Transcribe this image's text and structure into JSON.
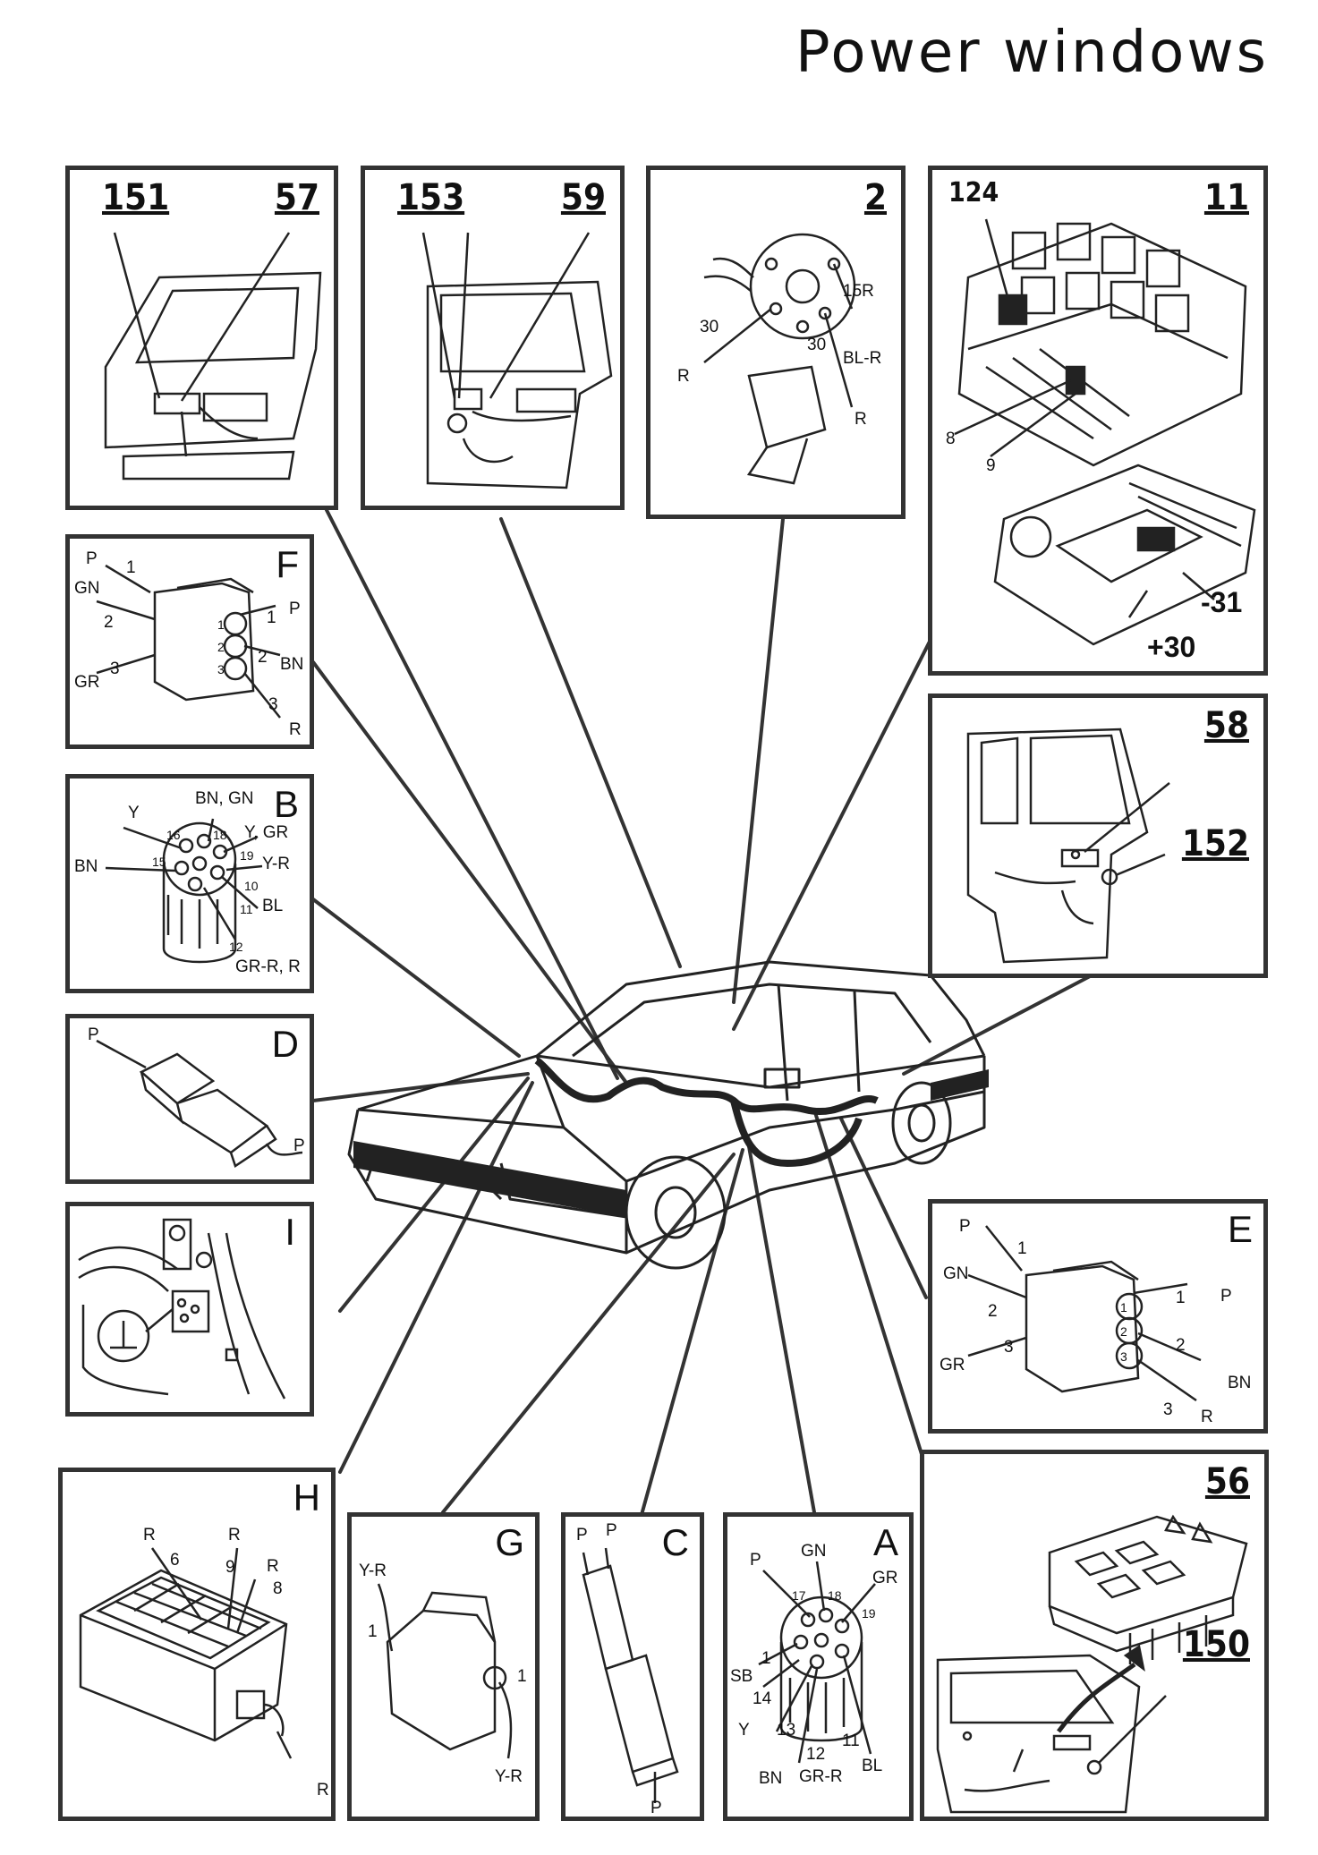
{
  "page": {
    "title": "Power windows"
  },
  "panels": {
    "p151_57": {
      "num_left": "151",
      "num_right": "57"
    },
    "p153_59": {
      "num_left": "153",
      "num_right": "59"
    },
    "p2": {
      "num": "2",
      "wires": [
        "15R",
        "30",
        "30",
        "BL-R",
        "R",
        "R"
      ]
    },
    "p11": {
      "num_left": "124",
      "num": "11",
      "pins": [
        "8",
        "9"
      ],
      "terminals": [
        "-31",
        "+30"
      ]
    },
    "F": {
      "letter": "F",
      "wires": [
        "P",
        "1",
        "GN",
        "2",
        "GR",
        "3",
        "1",
        "P",
        "2",
        "BN",
        "3",
        "R"
      ],
      "pins": [
        "1",
        "2",
        "3"
      ]
    },
    "B": {
      "letter": "B",
      "wires": [
        "BN, GN",
        "Y",
        "16",
        "18",
        "Y, GR",
        "BN",
        "15",
        "19",
        "Y-R",
        "10",
        "BL",
        "11",
        "12",
        "GR-R, R"
      ]
    },
    "D": {
      "letter": "D",
      "wires": [
        "P",
        "P"
      ]
    },
    "I": {
      "letter": "I"
    },
    "H": {
      "letter": "H",
      "wires": [
        "R",
        "R",
        "6",
        "9",
        "R",
        "8",
        "R"
      ]
    },
    "G": {
      "letter": "G",
      "wires": [
        "Y-R",
        "1",
        "1",
        "Y-R"
      ]
    },
    "C": {
      "letter": "C",
      "wires": [
        "P",
        "P",
        "P"
      ]
    },
    "A": {
      "letter": "A",
      "wires": [
        "GN",
        "P",
        "GR",
        "17",
        "18",
        "19",
        "1",
        "SB",
        "14",
        "13",
        "Y",
        "12",
        "11",
        "BN",
        "GR-R",
        "BL"
      ]
    },
    "p58_152": {
      "num_top": "58",
      "num_bottom": "152"
    },
    "E": {
      "letter": "E",
      "wires": [
        "P",
        "1",
        "GN",
        "2",
        "GR",
        "3",
        "1",
        "P",
        "2",
        "BN",
        "3",
        "R"
      ],
      "pins": [
        "1",
        "2",
        "3"
      ]
    },
    "p56_150": {
      "num_top": "56",
      "num_bottom": "150"
    }
  }
}
